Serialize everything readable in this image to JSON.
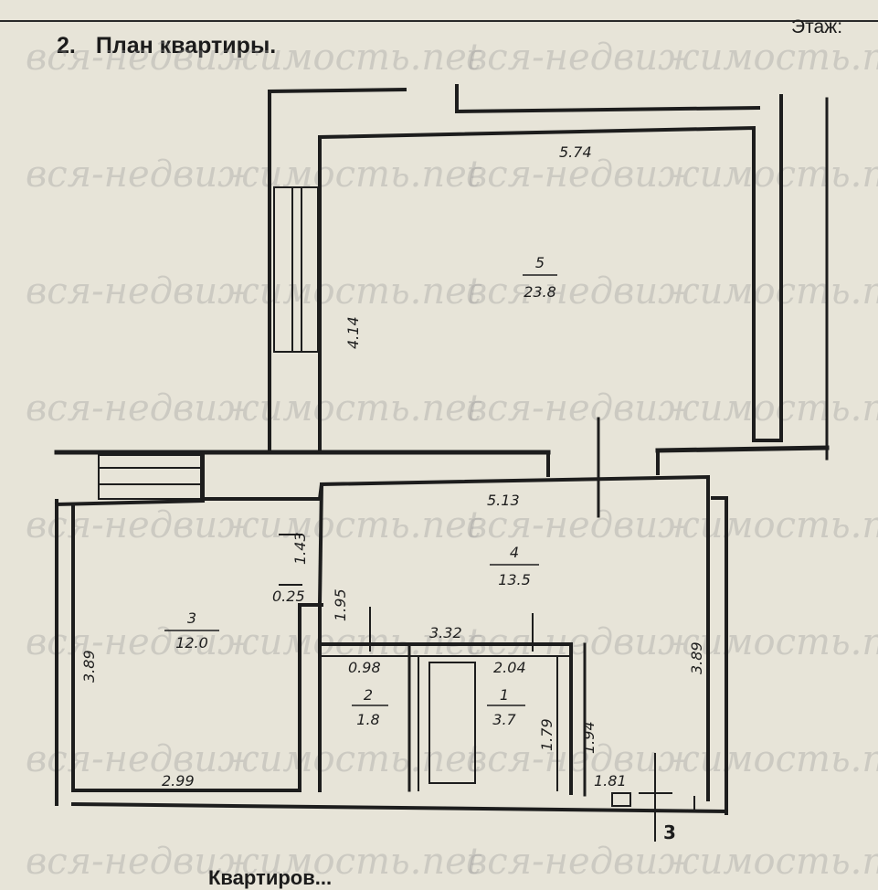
{
  "header": {
    "section_number": "2.",
    "title": "План квартиры.",
    "floor_label": "Этаж:"
  },
  "watermark": "вся-недвижимость.net",
  "rooms": [
    {
      "number": "1",
      "area": "3.7"
    },
    {
      "number": "2",
      "area": "1.8"
    },
    {
      "number": "3",
      "area": "12.0"
    },
    {
      "number": "4",
      "area": "13.5"
    },
    {
      "number": "5",
      "area": "23.8"
    }
  ],
  "dimensions": {
    "room5_width": "5.74",
    "room5_height": "4.14",
    "room4_width": "5.13",
    "room4_height": "3.89",
    "room3_height": "3.89",
    "room3_width": "2.99",
    "hall_width": "3.32",
    "bath_width": "0.98",
    "wc_width": "2.04",
    "wc_height": "1.79",
    "wc_height_right": "1.94",
    "corner_width": "1.81",
    "door_side": "1.43",
    "niche_height": "1.95",
    "wall_offset": "0.25"
  },
  "section_mark": "3",
  "footer_text": "Квартиров..."
}
